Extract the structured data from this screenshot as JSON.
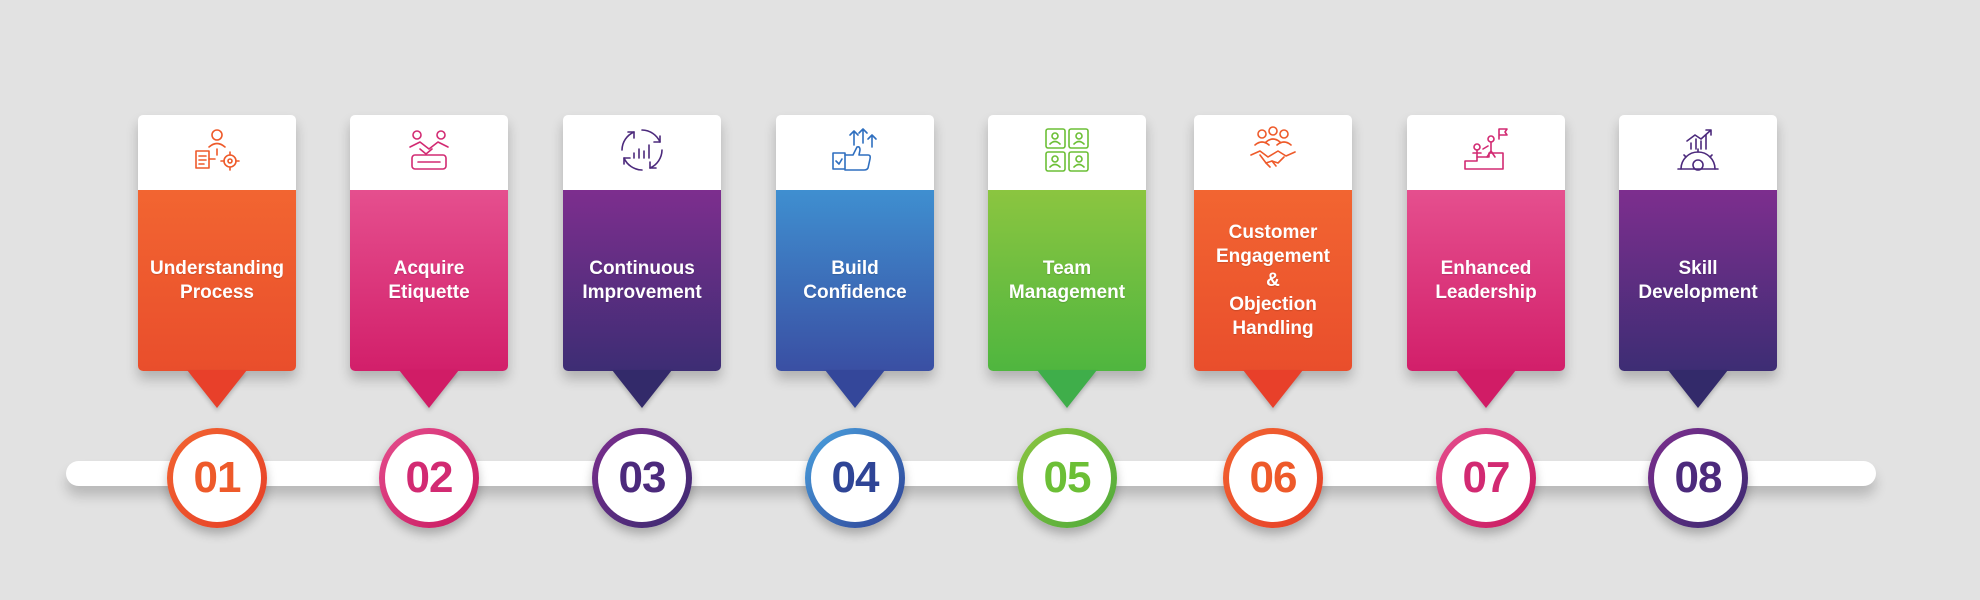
{
  "steps": [
    {
      "number": "01",
      "title": "Understanding\nProcess",
      "icon": "process-doc-gear-icon",
      "color_top": "#f26531",
      "color_bottom": "#e94e2c",
      "accent": "#ee5a2a"
    },
    {
      "number": "02",
      "title": "Acquire\nEtiquette",
      "icon": "handshake-people-icon",
      "color_top": "#e54f8e",
      "color_bottom": "#d21f6a",
      "accent": "#d22a72"
    },
    {
      "number": "03",
      "title": "Continuous\nImprovement",
      "icon": "cycle-chart-icon",
      "color_top": "#7d2e8e",
      "color_bottom": "#3d2d74",
      "accent": "#4c2a7c"
    },
    {
      "number": "04",
      "title": "Build\nConfidence",
      "icon": "thumbs-up-arrows-icon",
      "color_top": "#3f8fd0",
      "color_bottom": "#3a4fa3",
      "accent": "#2f4596"
    },
    {
      "number": "05",
      "title": "Team\nManagement",
      "icon": "team-puzzle-icon",
      "color_top": "#8bc540",
      "color_bottom": "#4fb63f",
      "accent": "#6cbf36"
    },
    {
      "number": "06",
      "title": "Customer\nEngagement\n&\nObjection\nHandling",
      "icon": "customer-handshake-icon",
      "color_top": "#f26531",
      "color_bottom": "#e94e2c",
      "accent": "#ee5a2a"
    },
    {
      "number": "07",
      "title": "Enhanced\nLeadership",
      "icon": "leader-podium-icon",
      "color_top": "#e54f8e",
      "color_bottom": "#d21f6a",
      "accent": "#d22a72"
    },
    {
      "number": "08",
      "title": "Skill\nDevelopment",
      "icon": "gear-growth-icon",
      "color_top": "#7d2e8e",
      "color_bottom": "#3d2d74",
      "accent": "#4c2a7c"
    }
  ]
}
